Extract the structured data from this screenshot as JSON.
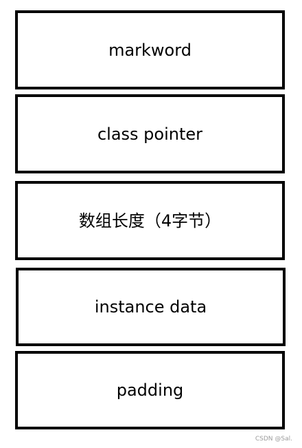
{
  "diagram": {
    "blocks": [
      {
        "label": "markword"
      },
      {
        "label": "class pointer"
      },
      {
        "label": "数组长度（4字节）"
      },
      {
        "label": "instance data"
      },
      {
        "label": "padding"
      }
    ]
  },
  "watermark": "CSDN @Sal."
}
